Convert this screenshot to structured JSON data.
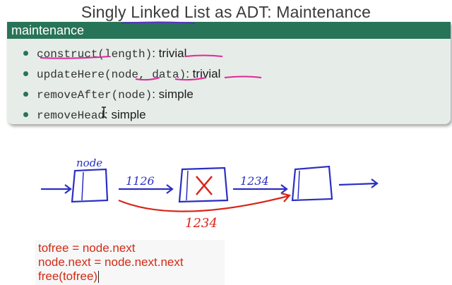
{
  "title": "Singly Linked List as ADT: Maintenance",
  "block": {
    "header": "maintenance",
    "items": [
      {
        "code": "construct(length)",
        "desc": ": trivial"
      },
      {
        "code": "updateHere(node, data)",
        "desc": ": trivial"
      },
      {
        "code": "removeAfter(node)",
        "desc": ": simple"
      },
      {
        "code": "removeHead",
        "desc": ": simple"
      }
    ]
  },
  "drawing": {
    "node_label": "node",
    "link_label_1": "1126",
    "link_label_2": "1234",
    "bypass_label": "1234",
    "ink_colors": {
      "blue": "#2b2fc2",
      "red": "#d6261a",
      "magenta": "#e0279a",
      "annotation": "#5b2fc7"
    }
  },
  "code": [
    "tofree = node.next",
    "node.next = node.next.next",
    "free(tofree)"
  ]
}
